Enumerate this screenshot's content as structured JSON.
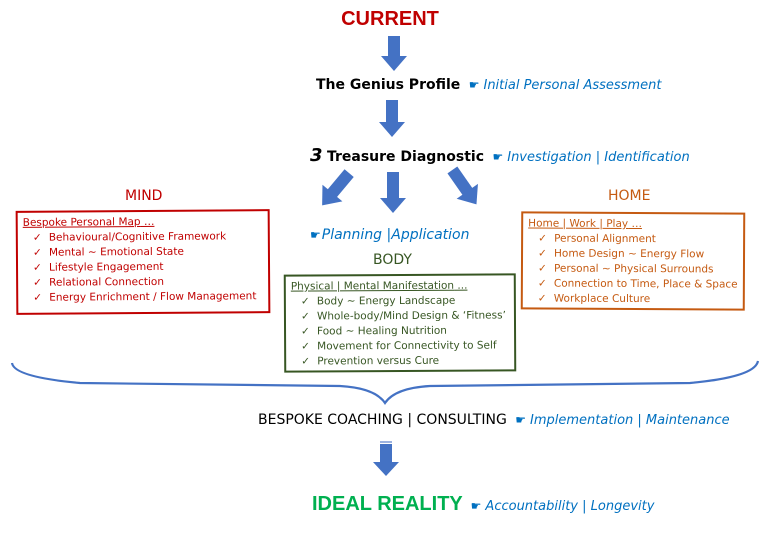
{
  "colors": {
    "current": "#c00000",
    "ideal": "#00b050",
    "note_blue": "#0070c0",
    "arrow_blue": "#4472c4",
    "mind": "#c00000",
    "home": "#c55a11",
    "body": "#375623"
  },
  "icons": {
    "pointing_hand": "☛"
  },
  "current": {
    "label": "CURRENT"
  },
  "genius_profile": {
    "title": "The Genius Profile",
    "note": "Initial Personal Assessment"
  },
  "treasure_diagnostic": {
    "number": "3",
    "title": "Treasure Diagnostic",
    "note": "Investigation | Identification"
  },
  "planning": {
    "note": "Planning |Application"
  },
  "mind": {
    "title": "MIND",
    "heading": "Bespoke Personal Map",
    "ellipsis": " …",
    "items": [
      "Behavioural/Cognitive  Framework",
      "Mental ~ Emotional State",
      "Lifestyle Engagement",
      "Relational Connection",
      "Energy Enrichment / Flow Management"
    ]
  },
  "body": {
    "title": "BODY",
    "heading": "Physical | Mental Manifestation",
    "ellipsis": " ...",
    "items": [
      "Body ~ Energy Landscape",
      "Whole-body/Mind Design & ‘Fitness’",
      "Food ~ Healing Nutrition",
      "Movement for Connectivity to Self",
      "Prevention versus Cure"
    ]
  },
  "home": {
    "title": "HOME",
    "heading": "Home | Work | Play",
    "ellipsis": " …",
    "items": [
      "Personal Alignment",
      "Home Design ~ Energy Flow",
      "Personal ~ Physical Surrounds",
      "Connection to Time, Place & Space",
      "Workplace Culture"
    ]
  },
  "check_mark": "✓",
  "coaching": {
    "title": "BESPOKE COACHING | CONSULTING",
    "note": "Implementation | Maintenance"
  },
  "ideal_reality": {
    "title": "IDEAL REALITY",
    "note": "Accountability | Longevity"
  }
}
